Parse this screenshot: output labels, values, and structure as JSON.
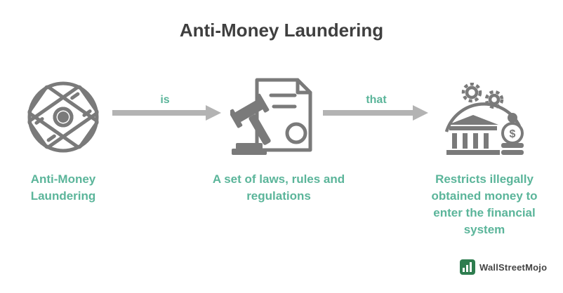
{
  "title": "Anti-Money Laundering",
  "connectors": [
    {
      "label": "is"
    },
    {
      "label": "that"
    }
  ],
  "nodes": [
    {
      "icon": "money-cross-icon",
      "lines": [
        "Anti-Money",
        "Laundering"
      ]
    },
    {
      "icon": "gavel-document-icon",
      "lines": [
        "A set of laws, rules and",
        "regulations"
      ]
    },
    {
      "icon": "bank-gears-icon",
      "lines": [
        "Restricts illegally",
        "obtained money to",
        "enter the financial",
        "system"
      ]
    }
  ],
  "brand": {
    "name": "WallStreetMojo"
  },
  "colors": {
    "accent": "#5bb59a",
    "icon": "#7a7a7a",
    "arrow": "#b3b3b3",
    "title": "#3f3f3f"
  }
}
